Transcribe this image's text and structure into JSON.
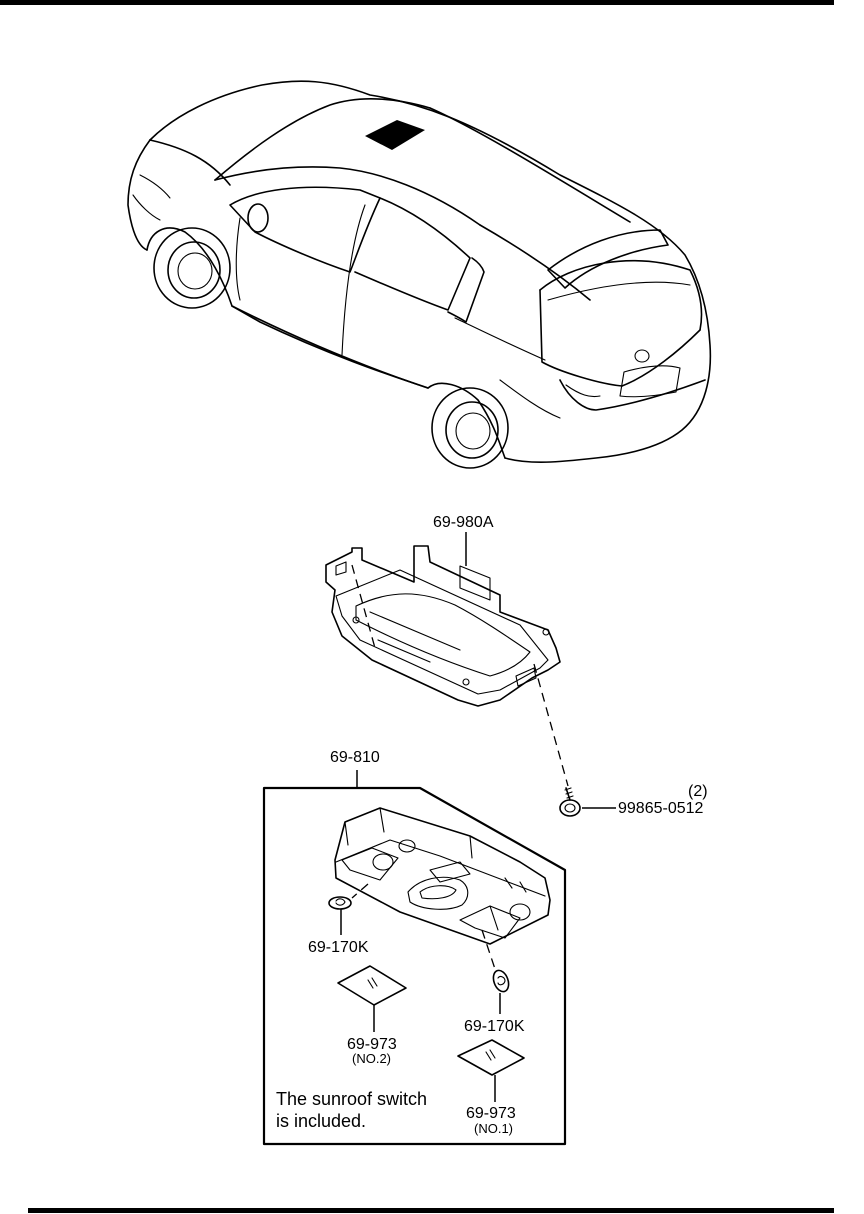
{
  "parts": {
    "bracket": "69-980A",
    "assembly": "69-810",
    "screw_qty": "(2)",
    "screw": "99865-0512",
    "bulb_left": "69-170K",
    "bulb_right": "69-170K",
    "lens_left": "69-973",
    "lens_left_sub": "(NO.2)",
    "lens_right": "69-973",
    "lens_right_sub": "(NO.1)"
  },
  "note": {
    "line1": "The sunroof switch",
    "line2": "is included."
  }
}
